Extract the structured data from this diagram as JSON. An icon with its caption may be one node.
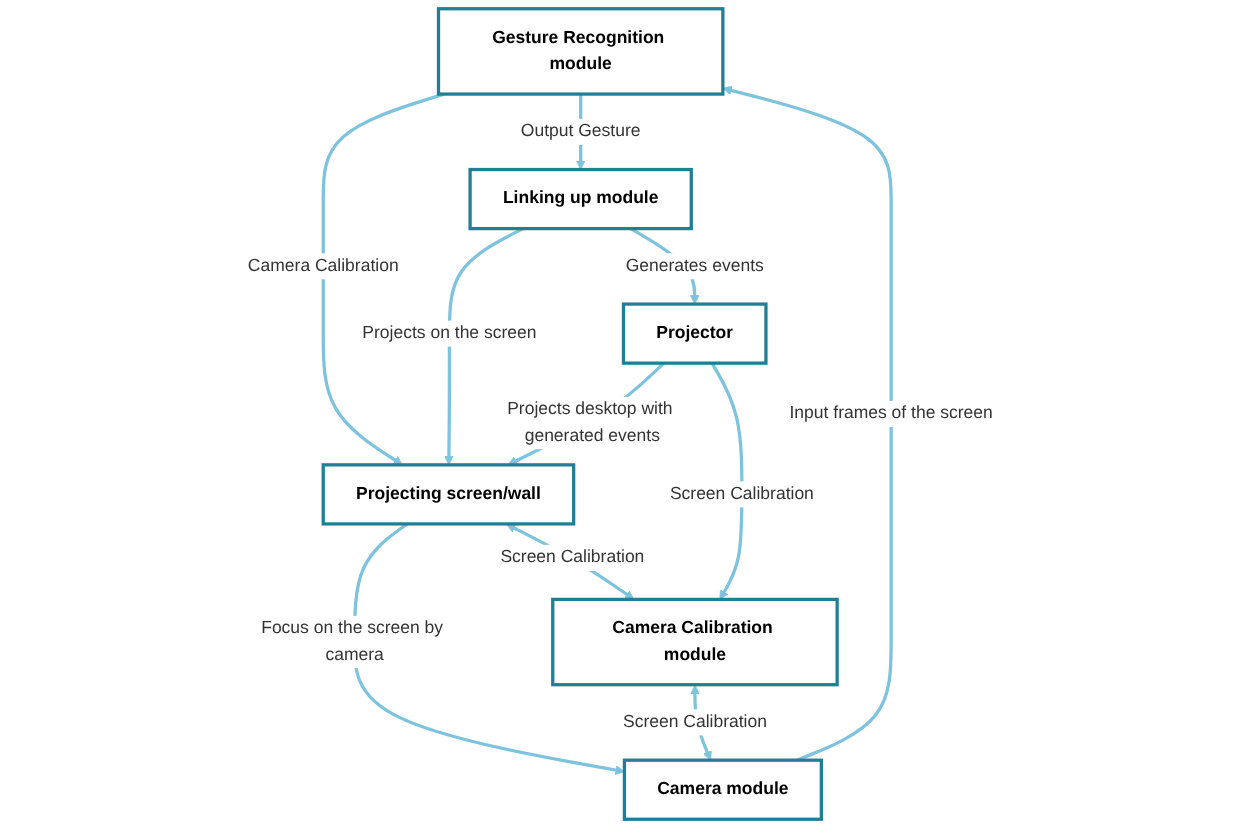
{
  "diagram": {
    "nodes": [
      {
        "text": [
          "Gesture Recognition module"
        ]
      },
      {
        "text": [
          "Linking up module"
        ]
      },
      {
        "text": [
          "Projecting screen/wall"
        ]
      },
      {
        "text": [
          "Camera module"
        ]
      },
      {
        "text": [
          "Projector"
        ]
      },
      {
        "text": [
          "Camera Calibration module"
        ]
      }
    ],
    "edges": [
      {
        "from": 0,
        "to": 1,
        "arrow": "to",
        "label": "Output Gesture"
      },
      {
        "from": 0,
        "to": 2,
        "arrow": "to",
        "label": "Camera Calibration"
      },
      {
        "from": 3,
        "to": 0,
        "arrow": "to",
        "label": "Input frames of the screen"
      },
      {
        "from": 1,
        "to": 2,
        "arrow": "to",
        "label": "Projects on the screen"
      },
      {
        "from": 2,
        "to": 3,
        "arrow": "to",
        "label": "Focus on the screen by camera"
      },
      {
        "from": 1,
        "to": 4,
        "arrow": "to",
        "label": "Generates events"
      },
      {
        "from": 4,
        "to": 2,
        "arrow": "to",
        "label": "Projects desktop with generated events"
      },
      {
        "from": 2,
        "to": 5,
        "arrow": "both",
        "label": "Screen Calibration"
      },
      {
        "from": 5,
        "to": 3,
        "arrow": "both",
        "label": "Screen Calibration"
      },
      {
        "from": 4,
        "to": 5,
        "arrow": "to",
        "label": "Screen Calibration"
      }
    ]
  }
}
